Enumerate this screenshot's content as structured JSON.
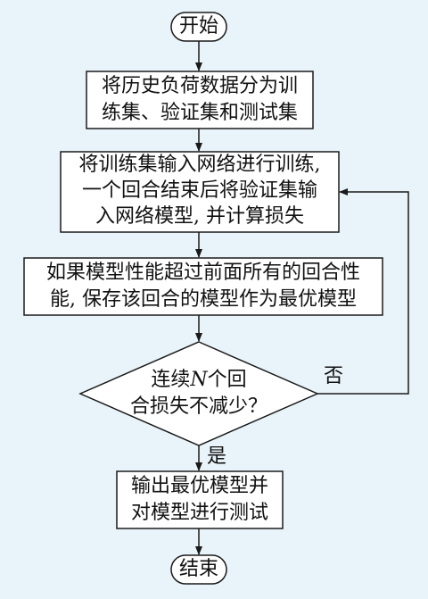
{
  "flowchart": {
    "start": "开始",
    "step1": [
      "将历史负荷数据分为训",
      "练集、验证集和测试集"
    ],
    "step2": [
      "将训练集输入网络进行训练,",
      "一个回合结束后将验证集输",
      "入网络模型, 并计算损失"
    ],
    "step3": [
      "如果模型性能超过前面所有的回合性",
      "能, 保存该回合的模型作为最优模型"
    ],
    "decision": {
      "line1_prefix": "连续",
      "line1_var": "N",
      "line1_suffix": "个回",
      "line2": "合损失不减少？"
    },
    "yes_label": "是",
    "no_label": "否",
    "step4": [
      "输出最优模型并",
      "对模型进行测试"
    ],
    "end": "结束"
  },
  "colors": {
    "background": "#e9f4fa",
    "stroke": "#1a1a1a"
  }
}
